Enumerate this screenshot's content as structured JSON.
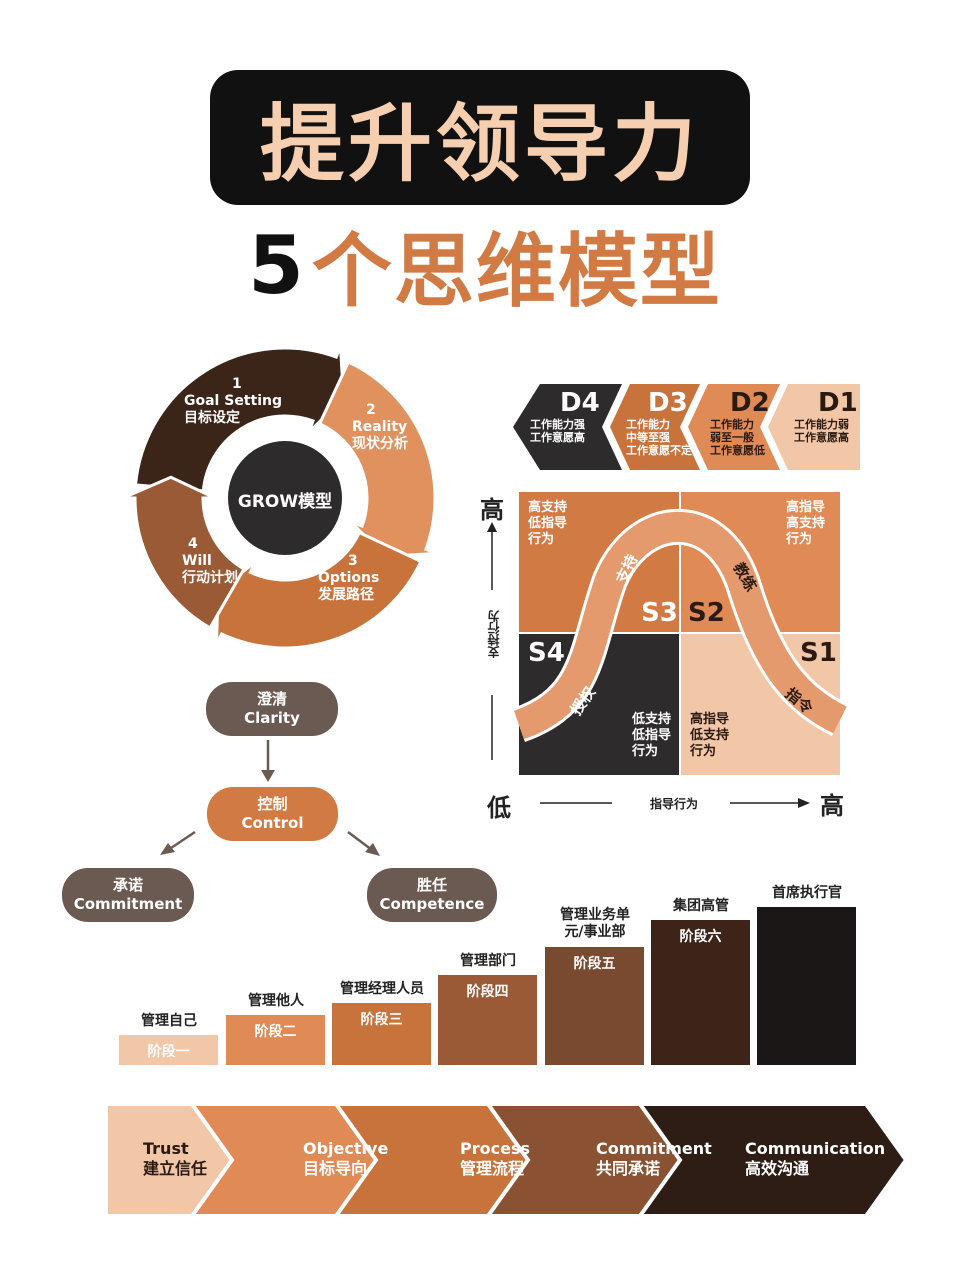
{
  "title": {
    "line1": "提升领导力",
    "line2_num": "5",
    "line2_text": "个思维模型"
  },
  "grow": {
    "center": "GROW模型",
    "steps": [
      {
        "num": "1",
        "en": "Goal Setting",
        "zh": "目标设定",
        "color": "#3b2418"
      },
      {
        "num": "2",
        "en": "Reality",
        "zh": "现状分析",
        "color": "#e0915e"
      },
      {
        "num": "3",
        "en": "Options",
        "zh": "发展路径",
        "color": "#c8733c"
      },
      {
        "num": "4",
        "en": "Will",
        "zh": "行动计划",
        "color": "#9a5a35"
      }
    ]
  },
  "situational": {
    "d": [
      {
        "code": "D4",
        "l1": "工作能力强",
        "l2": "工作意愿高",
        "l3": "",
        "color": "#2d2b2c"
      },
      {
        "code": "D3",
        "l1": "工作能力",
        "l2": "中等至强",
        "l3": "工作意愿不定",
        "color": "#c8733c"
      },
      {
        "code": "D2",
        "l1": "工作能力",
        "l2": "弱至一般",
        "l3": "工作意愿低",
        "color": "#e08a55"
      },
      {
        "code": "D1",
        "l1": "工作能力弱",
        "l2": "工作意愿高",
        "l3": "",
        "color": "#f2c7a8"
      }
    ],
    "y_high": "高",
    "y_low": "低",
    "y_axis": "支持行为",
    "x_axis": "指导行为",
    "x_high": "高",
    "quadrants": {
      "s3": {
        "code": "S3",
        "text": [
          "高支持",
          "低指导",
          "行为"
        ]
      },
      "s2": {
        "code": "S2",
        "text": [
          "高指导",
          "高支持",
          "行为"
        ]
      },
      "s4": {
        "code": "S4",
        "text": [
          "低支持",
          "低指导",
          "行为"
        ]
      },
      "s1": {
        "code": "S1",
        "text": [
          "高指导",
          "低支持",
          "行为"
        ]
      }
    },
    "curve": {
      "authorize": "授权",
      "support": "支持",
      "coach": "教练",
      "direct": "指令"
    }
  },
  "ccc": {
    "clarity_zh": "澄清",
    "clarity_en": "Clarity",
    "control_zh": "控制",
    "control_en": "Control",
    "commitment_zh": "承诺",
    "commitment_en": "Commitment",
    "competence_zh": "胜任",
    "competence_en": "Competence"
  },
  "pipeline": [
    {
      "role": "管理自己",
      "stage": "阶段一",
      "color": "#f2c7a8"
    },
    {
      "role": "管理他人",
      "stage": "阶段二",
      "color": "#e08a55"
    },
    {
      "role": "管理经理人员",
      "stage": "阶段三",
      "color": "#c8733c"
    },
    {
      "role": "管理部门",
      "stage": "阶段四",
      "color": "#9a5a35"
    },
    {
      "role": "管理业务单元/事业部",
      "stage": "阶段五",
      "color": "#7a4a30"
    },
    {
      "role": "集团高管",
      "stage": "阶段六",
      "color": "#3e2418"
    },
    {
      "role": "首席执行官",
      "stage": "",
      "color": "#1b1716"
    }
  ],
  "trust": [
    {
      "en": "Trust",
      "zh": "建立信任",
      "color": "#f2c7a8"
    },
    {
      "en": "Objective",
      "zh": "目标导向",
      "color": "#e08a55"
    },
    {
      "en": "Process",
      "zh": "管理流程",
      "color": "#c8733c"
    },
    {
      "en": "Commitment",
      "zh": "共同承诺",
      "color": "#8a5233"
    },
    {
      "en": "Communication",
      "zh": "高效沟通",
      "color": "#2e1d14"
    }
  ]
}
